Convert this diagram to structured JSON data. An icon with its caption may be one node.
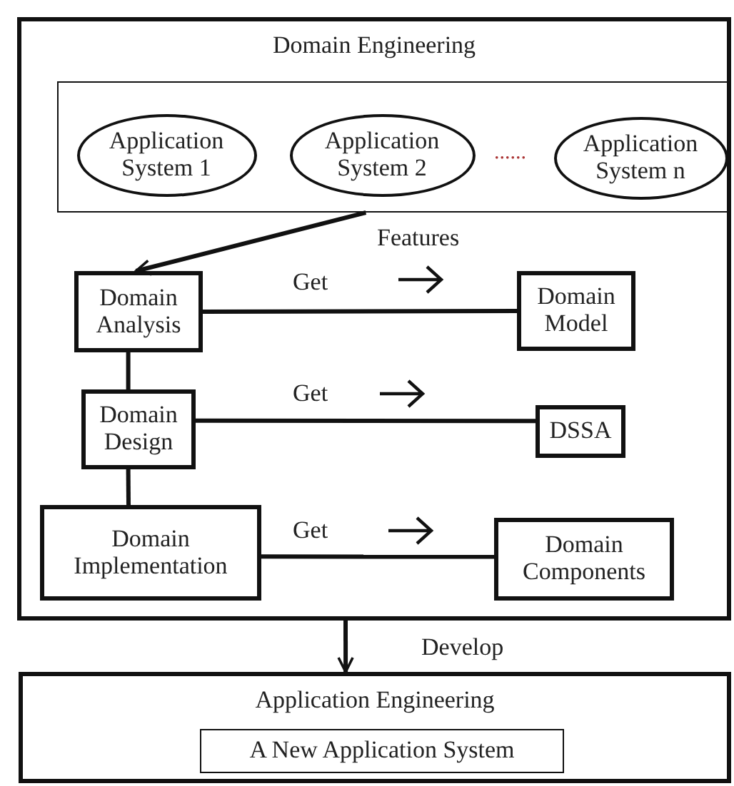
{
  "diagram": {
    "nodes": [
      {
        "text": [
          "Domain Engineering"
        ]
      },
      {
        "text": [],
        "shape": "box",
        "in": 0
      },
      {
        "text": [
          "Application System 1"
        ],
        "in": 1
      },
      {
        "text": [
          "Application System 2"
        ],
        "in": 1
      },
      {
        "text": [
          "Application System n"
        ],
        "in": 1
      },
      {
        "text": [
          "Domain Analysis"
        ],
        "in": 0
      },
      {
        "text": [
          "Domain Model"
        ],
        "in": 0
      },
      {
        "text": [
          "Domain Design"
        ],
        "in": 0
      },
      {
        "text": [
          "DSSA"
        ],
        "in": 0
      },
      {
        "text": [
          "Domain Implementation"
        ],
        "in": 0
      },
      {
        "text": [
          "Domain Components"
        ],
        "in": 0
      },
      {
        "text": [
          "Application Engineering"
        ]
      },
      {
        "text": [
          "A New Application System"
        ],
        "in": 11
      }
    ],
    "edges": [
      {
        "from": 1,
        "to": 5,
        "arrow": "to",
        "label": "Features"
      },
      {
        "from": 5,
        "to": 6,
        "arrow": "none",
        "label": "Get"
      },
      {
        "from": 5,
        "to": 7,
        "arrow": "none"
      },
      {
        "from": 7,
        "to": 8,
        "arrow": "none",
        "label": "Get"
      },
      {
        "from": 7,
        "to": 9,
        "arrow": "none"
      },
      {
        "from": 9,
        "to": 10,
        "arrow": "none",
        "label": "Get"
      },
      {
        "from": 0,
        "to": 11,
        "arrow": "to",
        "label": "Develop"
      }
    ],
    "labels": [
      "......"
    ]
  }
}
